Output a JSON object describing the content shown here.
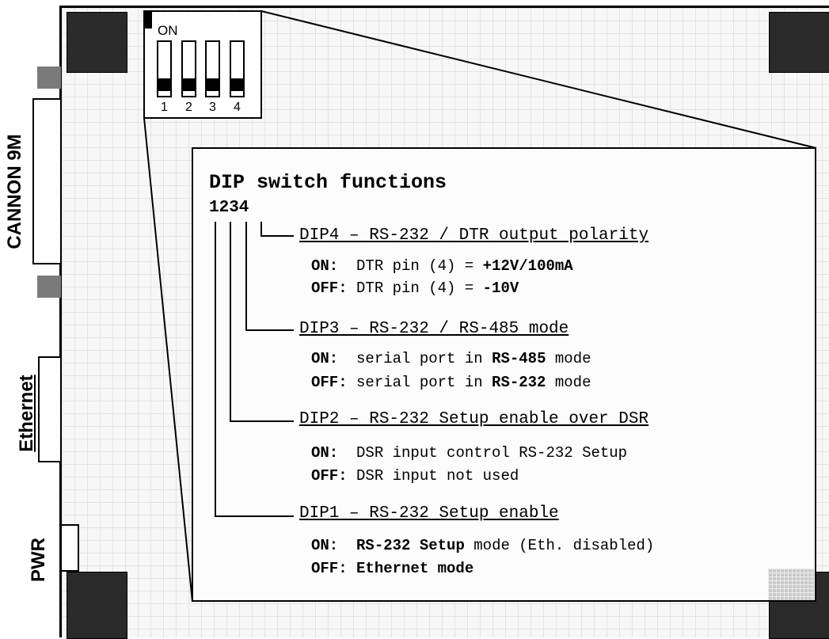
{
  "side_labels": {
    "cannon": "CANNON 9M",
    "ethernet": "Ethernet",
    "pwr": "PWR"
  },
  "dip": {
    "on_label": "ON",
    "switch_numbers": [
      "1",
      "2",
      "3",
      "4"
    ]
  },
  "panel": {
    "title": "DIP switch functions",
    "digits": "1234",
    "sections": [
      {
        "heading": "DIP4 – RS-232 / DTR output polarity",
        "on_key": "ON:",
        "on_text": "  DTR pin (4) = ",
        "on_bold": "+12V/100mA",
        "on_tail": "",
        "off_key": "OFF:",
        "off_text": " DTR pin (4) = ",
        "off_bold": "-10V",
        "off_tail": ""
      },
      {
        "heading": "DIP3 – RS-232 / RS-485 mode",
        "on_key": "ON:",
        "on_text": "  serial port in ",
        "on_bold": "RS-485",
        "on_tail": " mode",
        "off_key": "OFF:",
        "off_text": " serial port in ",
        "off_bold": "RS-232",
        "off_tail": " mode"
      },
      {
        "heading": "DIP2 – RS-232 Setup enable over DSR",
        "on_key": "ON:",
        "on_text": "  DSR input control RS-232 Setup",
        "on_bold": "",
        "on_tail": "",
        "off_key": "OFF:",
        "off_text": " DSR input not used",
        "off_bold": "",
        "off_tail": ""
      },
      {
        "heading": "DIP1 – RS-232 Setup enable",
        "on_key": "ON:",
        "on_text": "  ",
        "on_bold": "RS-232 Setup",
        "on_tail": " mode (Eth. disabled)",
        "off_key": "OFF:",
        "off_text": " ",
        "off_bold": "Ethernet mode",
        "off_tail": ""
      }
    ]
  }
}
